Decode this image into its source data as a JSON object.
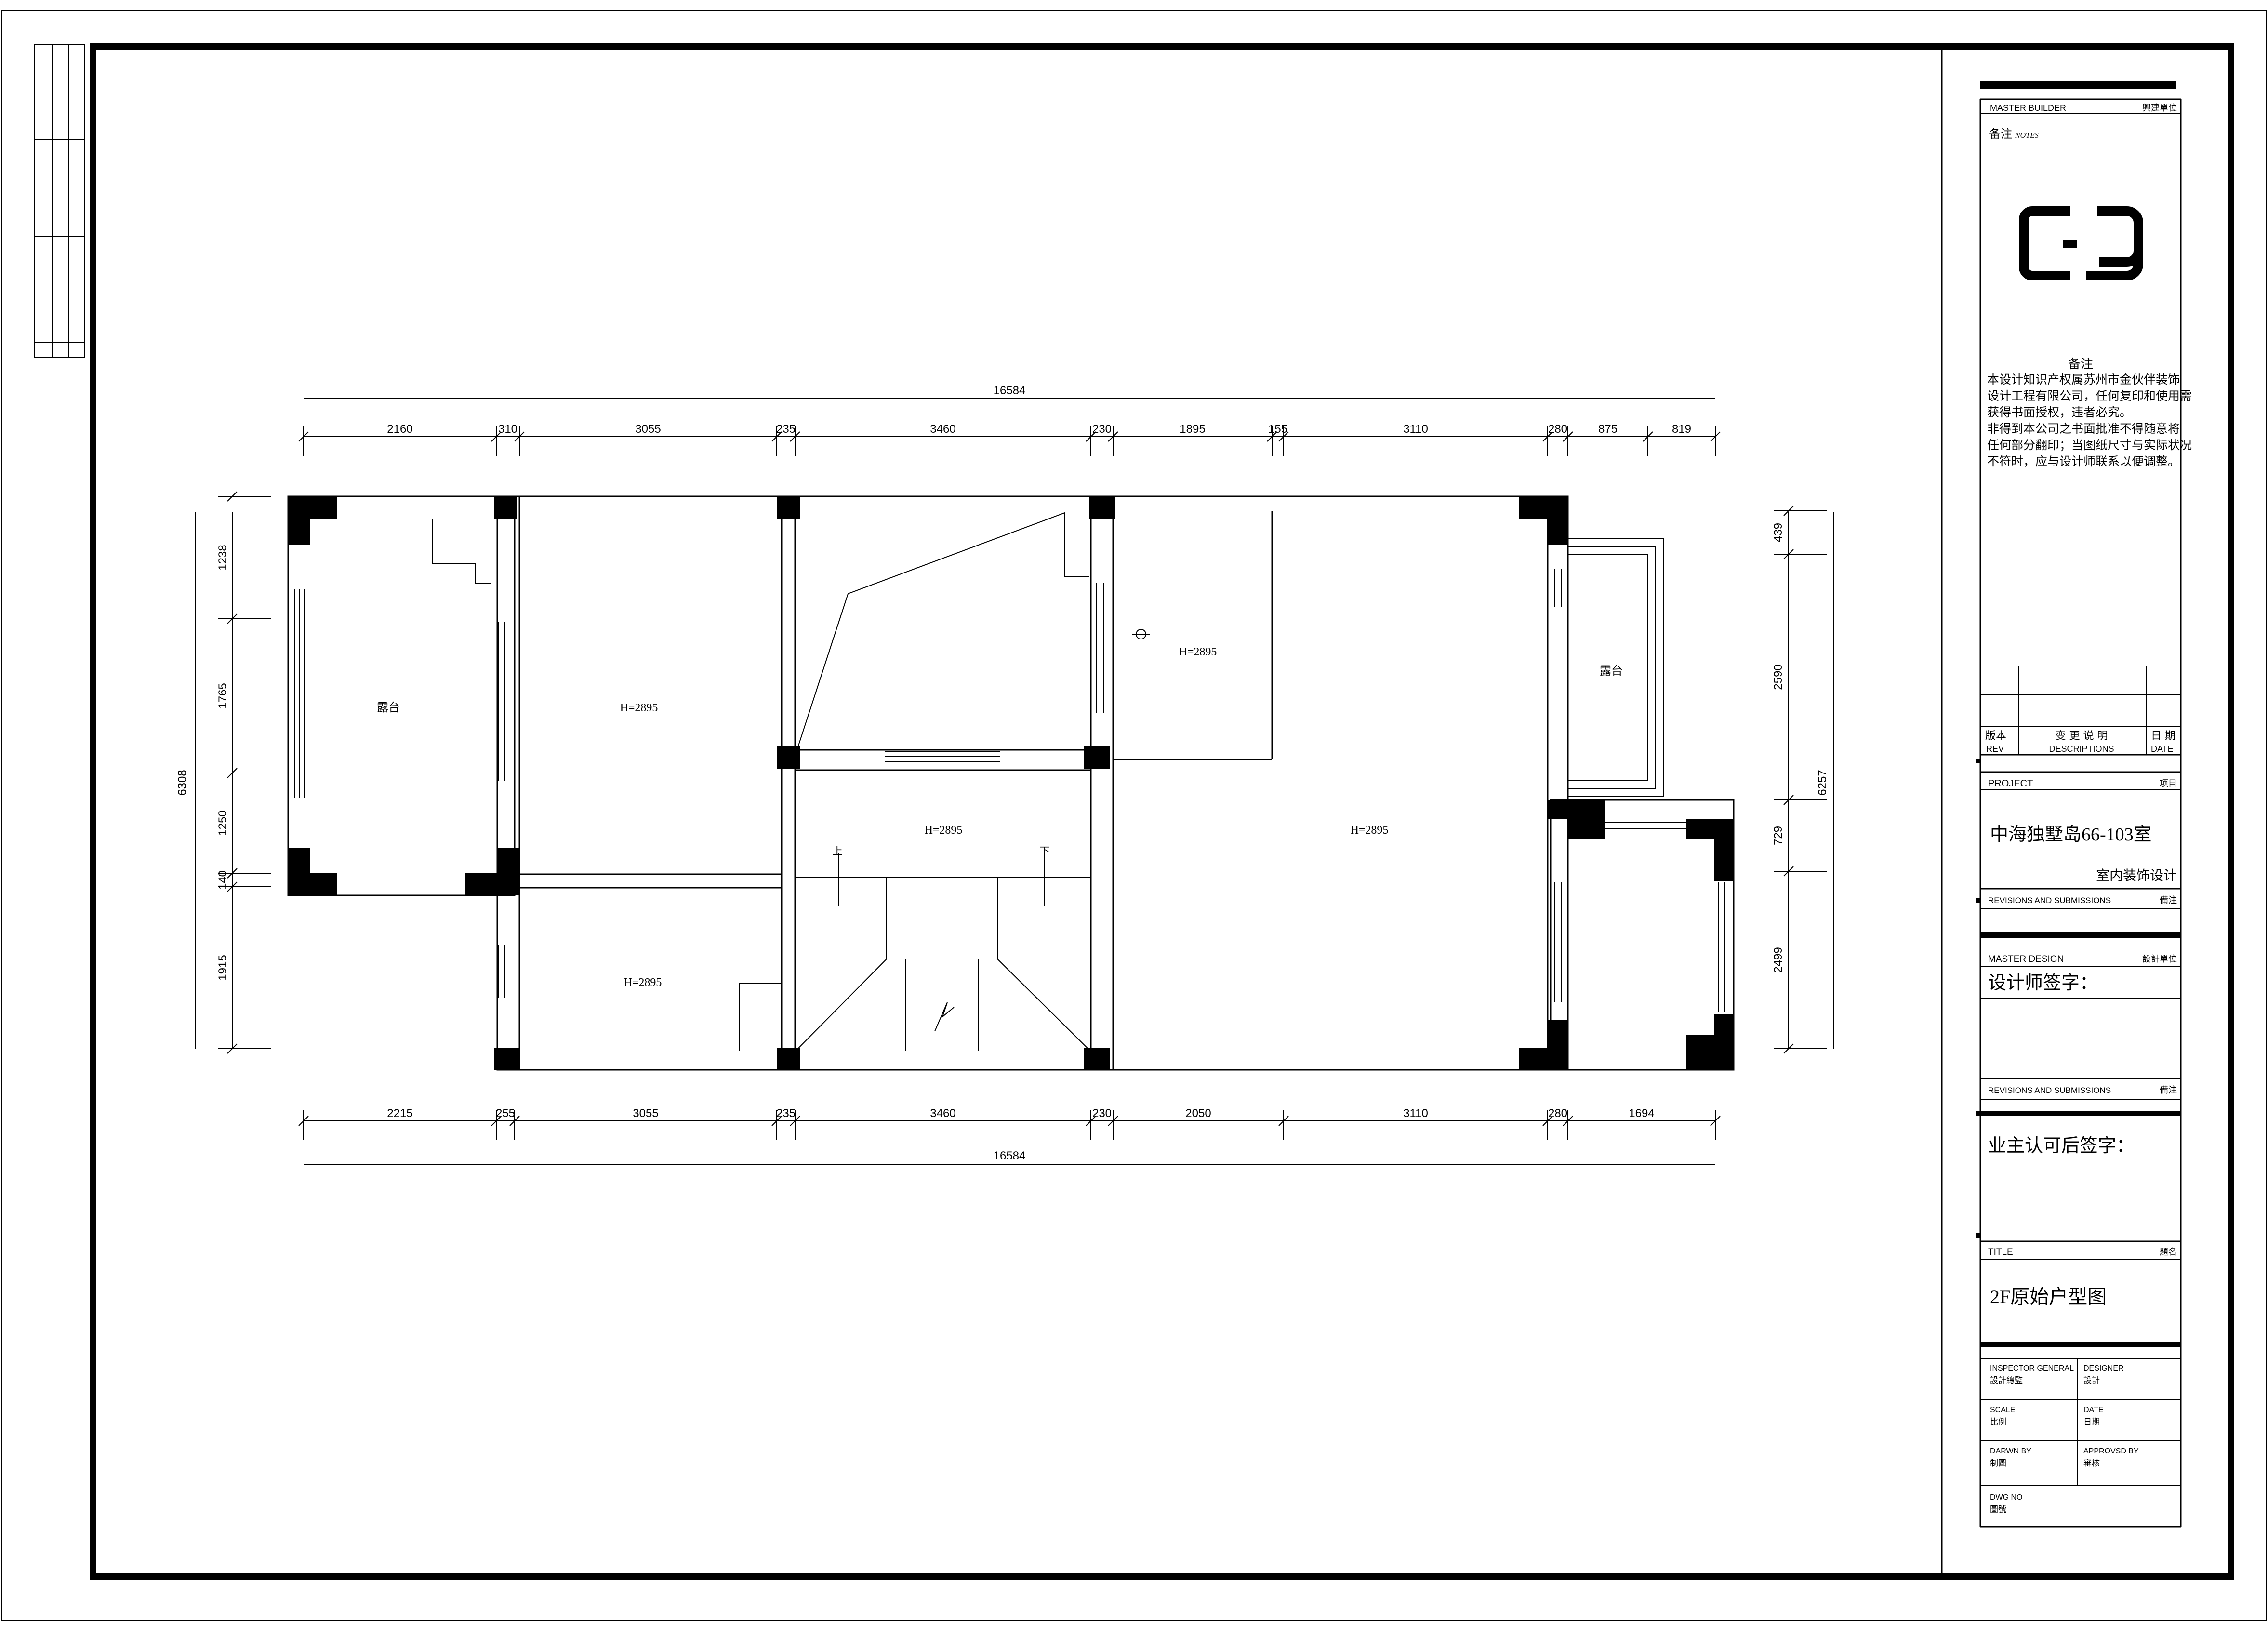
{
  "plan": {
    "dims_top_total": "16584",
    "dims_top": [
      "2160",
      "310",
      "3055",
      "235",
      "3460",
      "230",
      "1895",
      "155",
      "3110",
      "280",
      "875",
      "819"
    ],
    "dims_bottom": [
      "2215",
      "255",
      "3055",
      "235",
      "3460",
      "230",
      "2050",
      "3110",
      "280",
      "1694"
    ],
    "dims_bottom_total": "16584",
    "dims_left_total": "6308",
    "dims_left": [
      "1238",
      "1765",
      "1250",
      "140",
      "1915"
    ],
    "dims_right": [
      "439",
      "2590",
      "729",
      "2499"
    ],
    "dims_right_total": "6257",
    "room_heights": [
      "H=2895",
      "H=2895",
      "H=2895",
      "H=2895",
      "H=2895"
    ],
    "balcony_labels": [
      "露台",
      "露台"
    ],
    "stair_up": "上",
    "stair_down": "下"
  },
  "titleblock": {
    "master_builder": "MASTER BUILDER",
    "master_builder_cn": "興建單位",
    "notes": "备注",
    "notes_en": "NOTES",
    "logo_text": "C-P",
    "notice_title": "备注",
    "notice_lines": [
      "    本设计知识产权属苏州市金伙伴装饰",
      "设计工程有限公司，任何复印和使用需",
      "获得书面授权，违者必究。",
      "    非得到本公司之书面批准不得随意将",
      "任何部分翻印；当图纸尺寸与实际状况",
      "不符时，应与设计师联系以便调整。"
    ],
    "rev_cn": "版本",
    "rev_en": "REV",
    "desc_cn": "变 更 说 明",
    "desc_en": "DESCRIPTIONS",
    "date_cn": "日 期",
    "date_en": "DATE",
    "project_label": "PROJECT",
    "project_label_cn": "项目",
    "project_name": "中海独墅岛66-103室",
    "project_sub": "室内装饰设计",
    "revisions1": "REVISIONS AND SUBMISSIONS",
    "revisions1_cn": "備注",
    "master_design": "MASTER DESIGN",
    "master_design_cn": "設計單位",
    "designer_sign": "设计师签字：",
    "revisions2": "REVISIONS AND SUBMISSIONS",
    "revisions2_cn": "備注",
    "owner_sign": "业主认可后签字：",
    "title_label": "TITLE",
    "title_label_cn": "題名",
    "drawing_title": "2F原始户型图",
    "inspector": "INSPECTOR GENERAL",
    "inspector_cn": "設計總監",
    "designer": "DESIGNER",
    "designer_cn": "設計",
    "scale": "SCALE",
    "scale_cn": "比例",
    "date": "DATE",
    "date2_cn": "日期",
    "drawn_by": "DARWN BY",
    "drawn_by_cn": "制圖",
    "approved_by": "APPROVSD BY",
    "approved_by_cn": "審核",
    "dwg_no": "DWG NO",
    "dwg_no_cn": "圖號"
  }
}
